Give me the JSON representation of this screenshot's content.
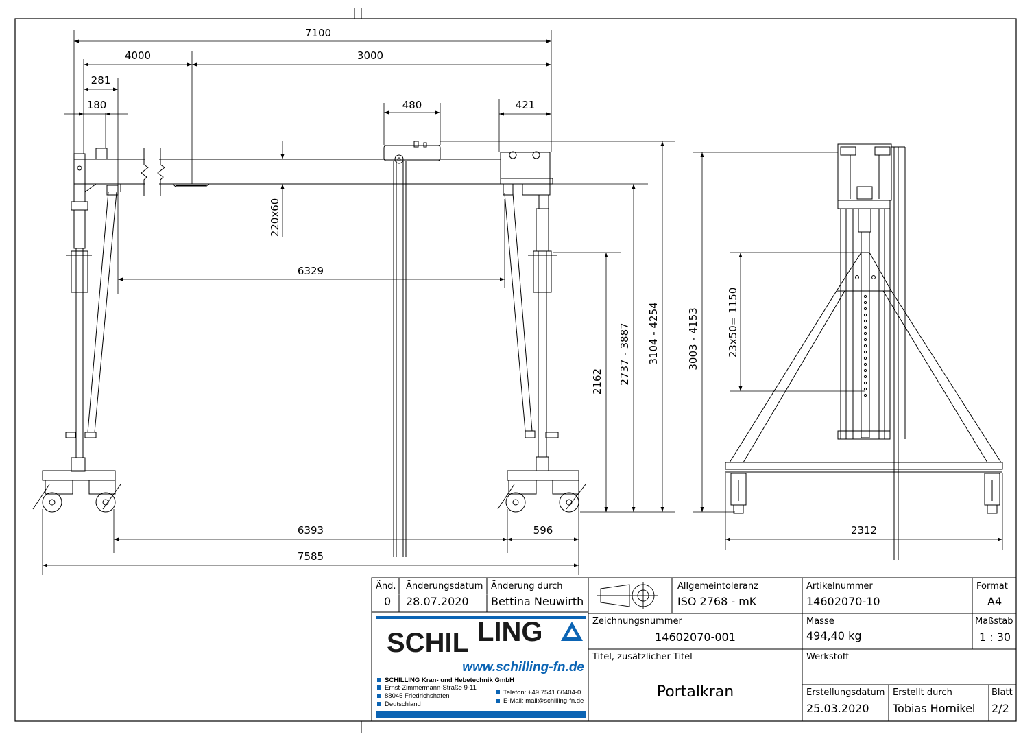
{
  "colors": {
    "line": "#000000",
    "logo_blue": "#0b64b4",
    "logo_dark": "#1a1a1a"
  },
  "front_view": {
    "dims": {
      "overall_top": "7100",
      "span_left": "4000",
      "span_right": "3000",
      "d281": "281",
      "d180": "180",
      "trolley": "480",
      "right_head": "421",
      "beam_profile": "220x60",
      "inner_clear": "6329",
      "h_clear": "2162",
      "h_range_a": "2737 - 3887",
      "h_range_b": "3104 - 4254",
      "wheelbase": "6393",
      "base": "596",
      "overall_bottom": "7585"
    }
  },
  "side_view": {
    "dims": {
      "h_total": "3003 - 4153",
      "adjust": "23x50= 1150",
      "width": "2312"
    }
  },
  "title_block": {
    "rev_header": "Änd.",
    "rev_value": "0",
    "date_header": "Änderungsdatum",
    "date_value": "28.07.2020",
    "by_header": "Änderung durch",
    "by_value": "Bettina Neuwirth",
    "tolerance_label": "Allgemeintoleranz",
    "tolerance_value": "ISO 2768 - mK",
    "article_label": "Artikelnummer",
    "article_value": "14602070-10",
    "format_label": "Format",
    "format_value": "A4",
    "drawing_no_label": "Zeichnungsnummer",
    "drawing_no_value": "14602070-001",
    "mass_label": "Masse",
    "mass_value": "494,40 kg",
    "scale_label": "Maßstab",
    "scale_value": "1 : 30",
    "title_label": "Titel, zusätzlicher Titel",
    "title_value": "Portalkran",
    "material_label": "Werkstoff",
    "created_date_label": "Erstellungsdatum",
    "created_date_value": "25.03.2020",
    "created_by_label": "Erstellt durch",
    "created_by_value": "Tobias Hornikel",
    "sheet_label": "Blatt",
    "sheet_value": "2/2"
  },
  "logo": {
    "part_a": "SCHIL",
    "part_b": "LING",
    "url": "www.schilling-fn.de",
    "company": "SCHILLING Kran- und Hebetechnik GmbH",
    "street": "Ernst-Zimmermann-Straße 9-11",
    "city": "88045 Friedrichshafen",
    "country": "Deutschland",
    "phone": "Telefon: +49 7541 60404-0",
    "email": "E-Mail: mail@schilling-fn.de"
  }
}
